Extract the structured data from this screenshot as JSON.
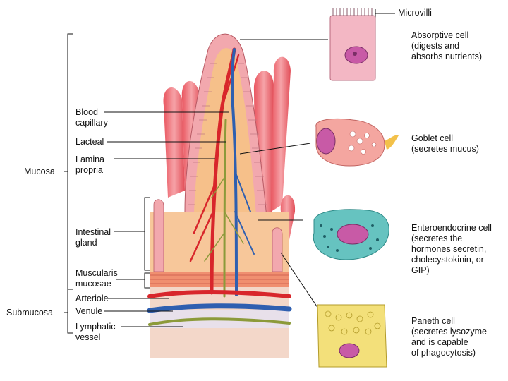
{
  "left_labels": {
    "blood_capillary": "Blood\ncapillary",
    "lacteal": "Lacteal",
    "lamina_propria": "Lamina\npropria",
    "intestinal_gland": "Intestinal\ngland",
    "muscularis_mucosae": "Muscularis\nmucosae",
    "arteriole": "Arteriole",
    "venule": "Venule",
    "lymphatic_vessel": "Lymphatic\nvessel"
  },
  "layer_labels": {
    "mucosa": "Mucosa",
    "submucosa": "Submucosa"
  },
  "right_labels": {
    "microvilli": "Microvilli",
    "absorptive_cell": "Absorptive cell\n(digests and\nabsorbs nutrients)",
    "goblet_cell": "Goblet cell\n(secretes mucus)",
    "enteroendocrine_cell": "Enteroendocrine cell\n(secretes the\nhormones secretin,\ncholecystokinin, or\nGIP)",
    "paneth_cell": "Paneth cell\n(secretes lysozyme\nand is capable\nof phagocytosis)"
  },
  "colors": {
    "epithelium": "#f2a8ae",
    "villus_pink": "#e9545e",
    "lamina": "#f6c08a",
    "artery": "#d8262b",
    "vein": "#2f5fb0",
    "lacteal": "#8c9a3a",
    "absorptive": "#f3b7c4",
    "goblet": "#f4a6a0",
    "enteroendocrine": "#66c3c0",
    "paneth": "#f3e07a",
    "nucleus": "#c85aa6"
  }
}
